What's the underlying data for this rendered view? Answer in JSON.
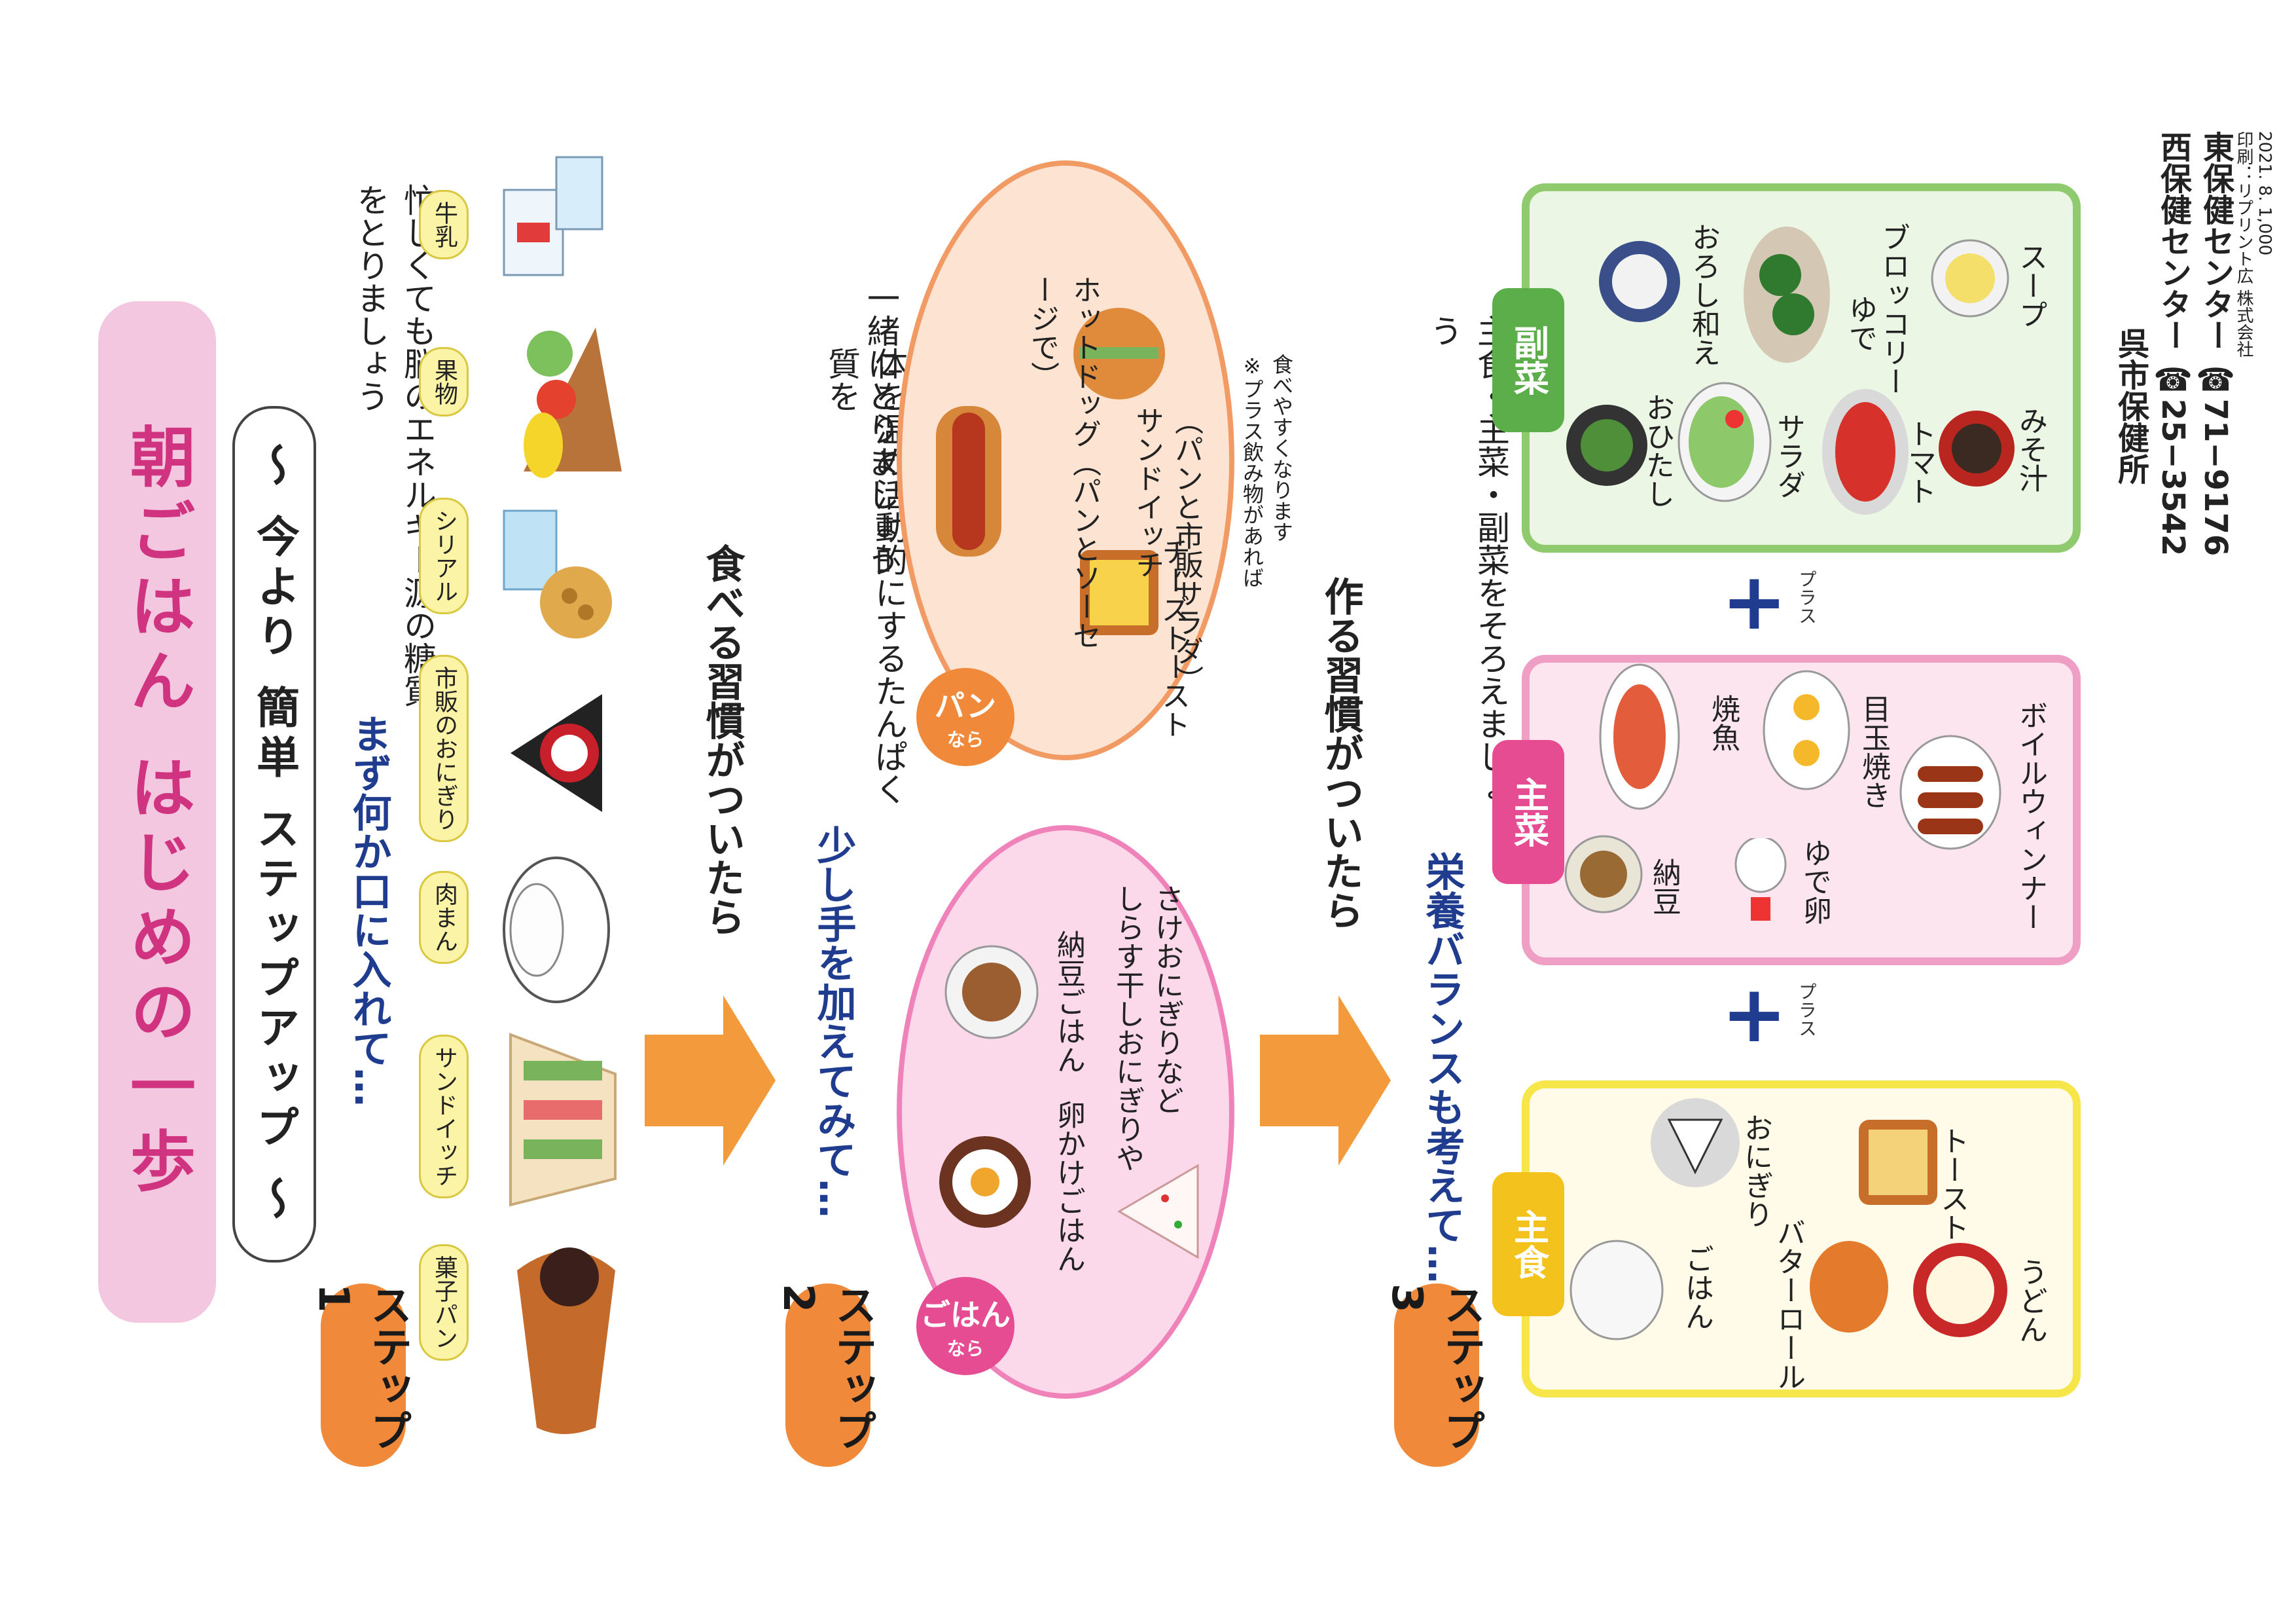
{
  "title": "朝ごはん はじめの一歩",
  "subtitle": "〜 今より 簡単 ステップアップ 〜",
  "step1": {
    "badge": "ステップ1",
    "heading": "まず何か口に入れて…",
    "desc": "忙しくても脳のエネルギー源の糖質をとりましょう",
    "items": [
      "菓子パン",
      "サンドイッチ",
      "肉まん",
      "市販のおにぎり",
      "シリアル",
      "果物",
      "牛乳"
    ]
  },
  "arrow1": "食べる習慣がついたら",
  "step2": {
    "badge": "ステップ2",
    "heading": "少し手を加えてみて…",
    "desc_line1": "体を温め活動的にするたんぱく質を",
    "desc_line2": "一緒にとりましょう",
    "gohan": {
      "label": "ごはん",
      "sub": "なら",
      "items": [
        "卵かけごはん",
        "納豆ごはん",
        "しらす干しおにぎりや",
        "さけおにぎりなど"
      ]
    },
    "pan": {
      "label": "パン",
      "sub": "なら",
      "items": [
        "ホットドッグ（パンとソーセージで）",
        "サンドイッチ",
        "（パンと市販サラダ）",
        "チーズトースト"
      ]
    },
    "note_line1": "※プラス飲み物があれば",
    "note_line2": "食べやすくなります"
  },
  "arrow2": "作る習慣がついたら",
  "step3": {
    "badge": "ステップ3",
    "heading": "栄養バランスも考えて…",
    "desc": "主食・主菜・副菜をそろえましょう",
    "plus_label": "プラス",
    "shushoku": {
      "tag": "主食",
      "items": [
        "ごはん",
        "おにぎり",
        "バターロール",
        "トースト",
        "うどん"
      ]
    },
    "shusai": {
      "tag": "主菜",
      "items": [
        "納豆",
        "焼魚",
        "ゆで卵",
        "目玉焼き",
        "ボイルウィンナー"
      ]
    },
    "fukusai": {
      "tag": "副菜",
      "items": [
        "おひたし",
        "おろし和え",
        "サラダ",
        "ゆで",
        "ブロッコリー",
        "トマト",
        "スープ",
        "みそ汁"
      ]
    }
  },
  "footer": {
    "org": "呉市保健所",
    "west": "西保健センター ☎25−3542",
    "east": "東保健センター ☎71−9176",
    "print": "印刷：リプリント広 株式会社",
    "date": "2021. 8. 1,000"
  },
  "colors": {
    "title_pink": "#d0337f",
    "step_orange": "#f08a3a",
    "heading_blue": "#1f3c8f"
  }
}
